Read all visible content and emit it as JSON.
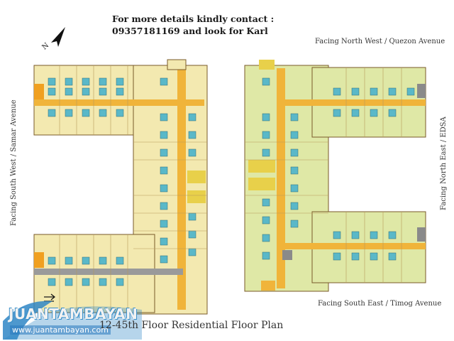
{
  "contact": {
    "line1": "For more details kindly contact :",
    "line2": "09357181169 and look for Karl"
  },
  "facing": {
    "north_west": "Facing North West / Quezon Avenue",
    "south_west": "Facing South West / Samar Avenue",
    "north_east": "Facing North East / EDSA",
    "south_east": "Facing South East / Timog Avenue"
  },
  "north_label": "N",
  "plan_title": "12-45th Floor Residential Floor Plan",
  "watermark": {
    "brand": "JUANTAMBAYAN",
    "url": "www.juantambayan.com"
  },
  "colors": {
    "left_tower": "#f3e9b0",
    "right_tower": "#dfe8a6",
    "corridor": "#f0b43a",
    "unit_core": "#5ab8c8",
    "balcony": "#c6dfe6",
    "outline": "#7a5a2a",
    "watermark_blue": "#2f86c6"
  }
}
